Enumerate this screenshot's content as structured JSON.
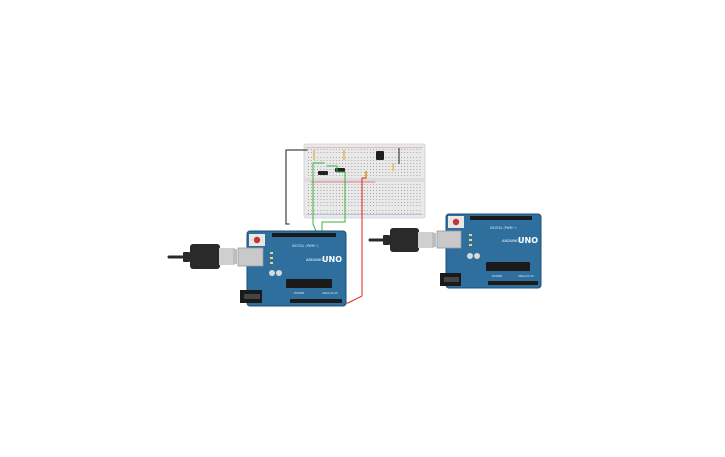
{
  "scene": {
    "boards": [
      {
        "model": "UNO",
        "brand": "ARDUINO",
        "markings": {
          "digital": "DIGITAL (PWM~)",
          "analog": "ANALOG IN",
          "power": "POWER"
        }
      },
      {
        "model": "UNO",
        "brand": "ARDUINO",
        "markings": {
          "digital": "DIGITAL (PWM~)",
          "analog": "ANALOG IN",
          "power": "POWER"
        }
      }
    ],
    "colors": {
      "board": "#2f6f9e",
      "board_edge": "#1f4f75",
      "breadboard": "#e9e9e9",
      "wire_black": "#1a1a1a",
      "wire_green": "#3cb43c",
      "wire_red": "#e02020",
      "usb_cable": "#2a2a2a",
      "usb_plug": "#cfcfcf"
    }
  }
}
